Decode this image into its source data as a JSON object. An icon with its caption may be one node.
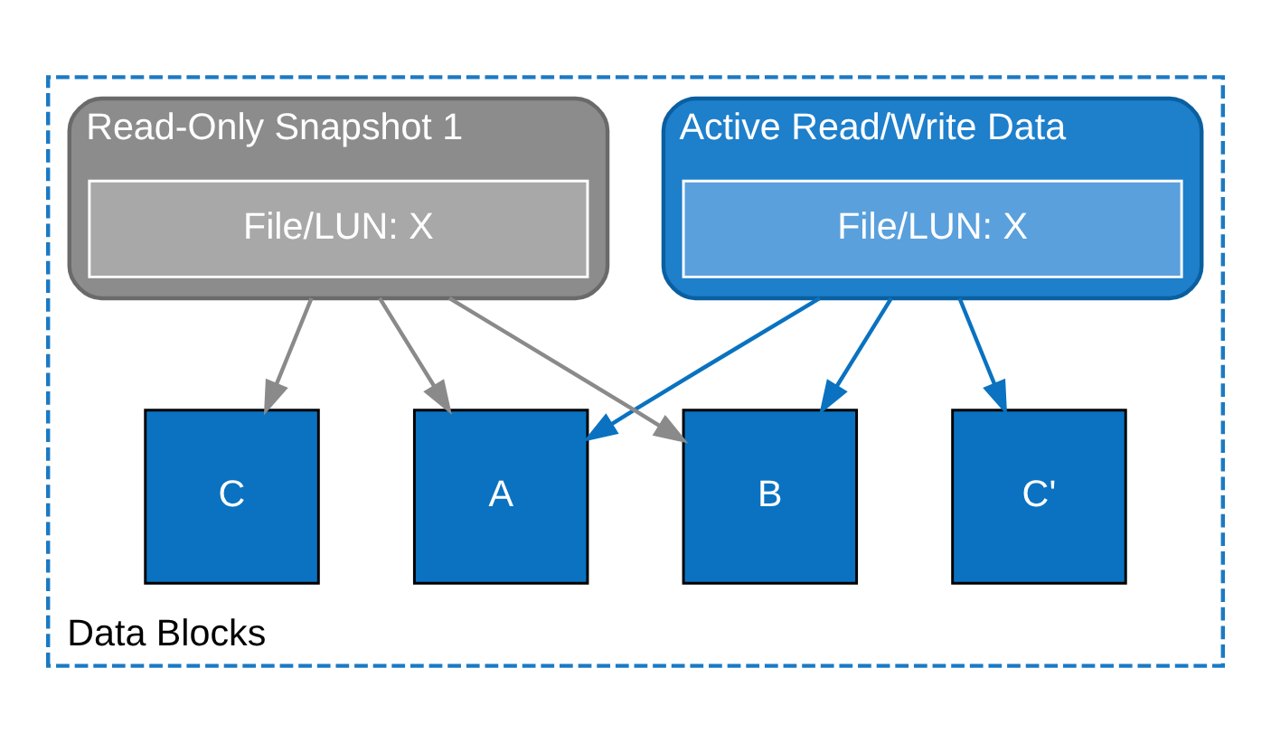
{
  "diagram": {
    "nodes": [
      {
        "text": [
          "Data Blocks"
        ]
      },
      {
        "text": [
          "Active Read/Write Data"
        ],
        "in": 0
      },
      {
        "text": [
          "File/LUN: X"
        ],
        "in": 1
      },
      {
        "text": [
          "Read-Only Snapshot 1"
        ],
        "in": 0
      },
      {
        "text": [
          "File/LUN: X"
        ],
        "in": 3
      },
      {
        "text": [
          "A"
        ],
        "in": 0
      },
      {
        "text": [
          "B"
        ],
        "in": 0
      },
      {
        "text": [
          "C"
        ],
        "in": 0
      },
      {
        "text": [
          "C'"
        ],
        "in": 0
      }
    ],
    "edges": [
      {
        "from": 1,
        "to": 5,
        "arrow": "to",
        "color": "#0a72c0"
      },
      {
        "from": 1,
        "to": 6,
        "arrow": "to",
        "color": "#0a72c0"
      },
      {
        "from": 1,
        "to": 8,
        "arrow": "to",
        "color": "#0a72c0"
      },
      {
        "from": 3,
        "to": 7,
        "arrow": "to",
        "color": "#8a8a8a"
      },
      {
        "from": 3,
        "to": 6,
        "arrow": "to",
        "color": "#8a8a8a"
      },
      {
        "from": 3,
        "to": 5,
        "arrow": "to",
        "color": "#8a8a8a"
      }
    ]
  }
}
